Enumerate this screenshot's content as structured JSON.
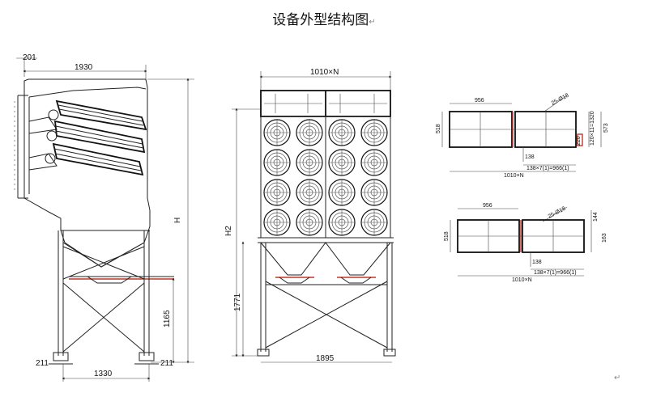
{
  "title": "设备外型结构图",
  "title_mark": "↵",
  "end_mark": "↵",
  "side_view": {
    "top_code": "201",
    "top_width": "1930",
    "height_label": "H",
    "leg_height": "1165",
    "bottom_width": "1330",
    "foot_left": "211",
    "foot_right": "211"
  },
  "front_view": {
    "top_width": "1010×N",
    "total_height": "H2",
    "leg_height": "1771",
    "bottom_width": "1895"
  },
  "plan_top": {
    "w1": "956",
    "h_left": "518",
    "diag": "25-Ø18",
    "right_a": "120×11=1320",
    "right_b": "573",
    "small": "220",
    "c1": "138",
    "c2": "138×7(1)=966(1)",
    "total": "1010×N"
  },
  "plan_bottom": {
    "w1": "956",
    "h_left": "518",
    "diag": "25-Ø18",
    "r1": "144",
    "r2": "163",
    "c1": "138",
    "c2": "138×7(1)=966(1)",
    "total": "1010×N"
  }
}
